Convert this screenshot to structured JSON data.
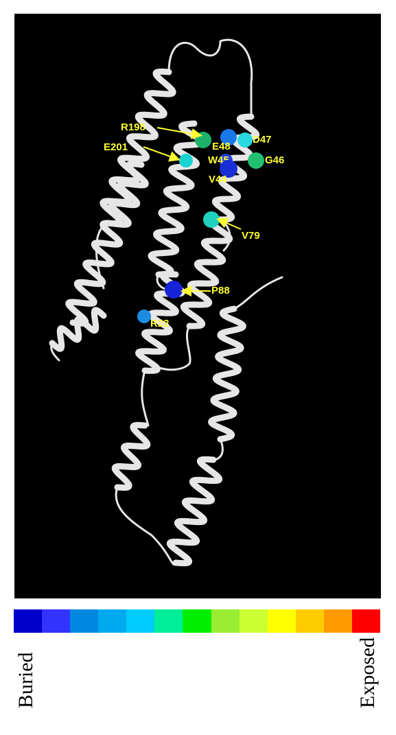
{
  "residues": [
    {
      "name": "R198",
      "color": "#1db36b"
    },
    {
      "name": "E201",
      "color": "#19d3d3"
    },
    {
      "name": "E48",
      "color": "#1a78e8"
    },
    {
      "name": "D47",
      "color": "#27d8e0"
    },
    {
      "name": "W45",
      "color": "#2040e0"
    },
    {
      "name": "G46",
      "color": "#22c071"
    },
    {
      "name": "V44",
      "color": "#1a2ed8"
    },
    {
      "name": "V79",
      "color": "#1fd2bd"
    },
    {
      "name": "P88",
      "color": "#1622d6"
    },
    {
      "name": "R23",
      "color": "#1c8ce0"
    }
  ],
  "scale": {
    "colors": [
      "#0000cc",
      "#3333ff",
      "#0088e0",
      "#00aaee",
      "#00ccff",
      "#00ee99",
      "#00ee00",
      "#99ee33",
      "#ccff33",
      "#ffff00",
      "#ffcc00",
      "#ff9900",
      "#ff0000"
    ],
    "low_label": "Buried",
    "high_label": "Exposed"
  },
  "colors": {
    "background": "#000000",
    "ribbon": "#e6e6e6",
    "label": "#ffff33"
  }
}
